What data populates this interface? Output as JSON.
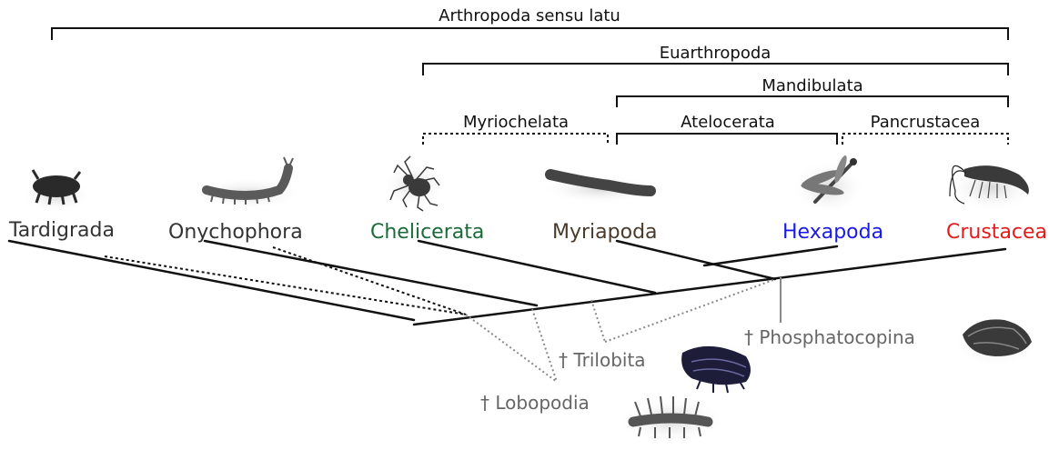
{
  "brackets": {
    "arthropoda": "Arthropoda sensu latu",
    "euarthropoda": "Euarthropoda",
    "mandibulata": "Mandibulata",
    "myriochelata": "Myriochelata",
    "atelocerata": "Atelocerata",
    "pancrustacea": "Pancrustacea"
  },
  "taxa": {
    "tardigrada": {
      "label": "Tardigrada",
      "color": "#333333"
    },
    "onychophora": {
      "label": "Onychophora",
      "color": "#333333"
    },
    "chelicerata": {
      "label": "Chelicerata",
      "color": "#1b6b3a"
    },
    "myriapoda": {
      "label": "Myriapoda",
      "color": "#4a3a2a"
    },
    "hexapoda": {
      "label": "Hexapoda",
      "color": "#1a1ae6"
    },
    "crustacea": {
      "label": "Crustacea",
      "color": "#e31b1b"
    }
  },
  "fossils": {
    "trilobita": "† Trilobita",
    "phosphatocopina": "† Phosphatocopina",
    "lobopodia": "† Lobopodia"
  },
  "colors": {
    "branch": "#111111",
    "fossil_branch": "#888888",
    "fossil_text": "#666666",
    "silhouette": "#4a4a4a"
  },
  "icons": [
    "tardigrade-icon",
    "onychophoran-icon",
    "spider-icon",
    "millipede-icon",
    "dragonfly-icon",
    "shrimp-icon",
    "trilobite-icon",
    "ostracod-icon",
    "lobopodian-icon"
  ]
}
